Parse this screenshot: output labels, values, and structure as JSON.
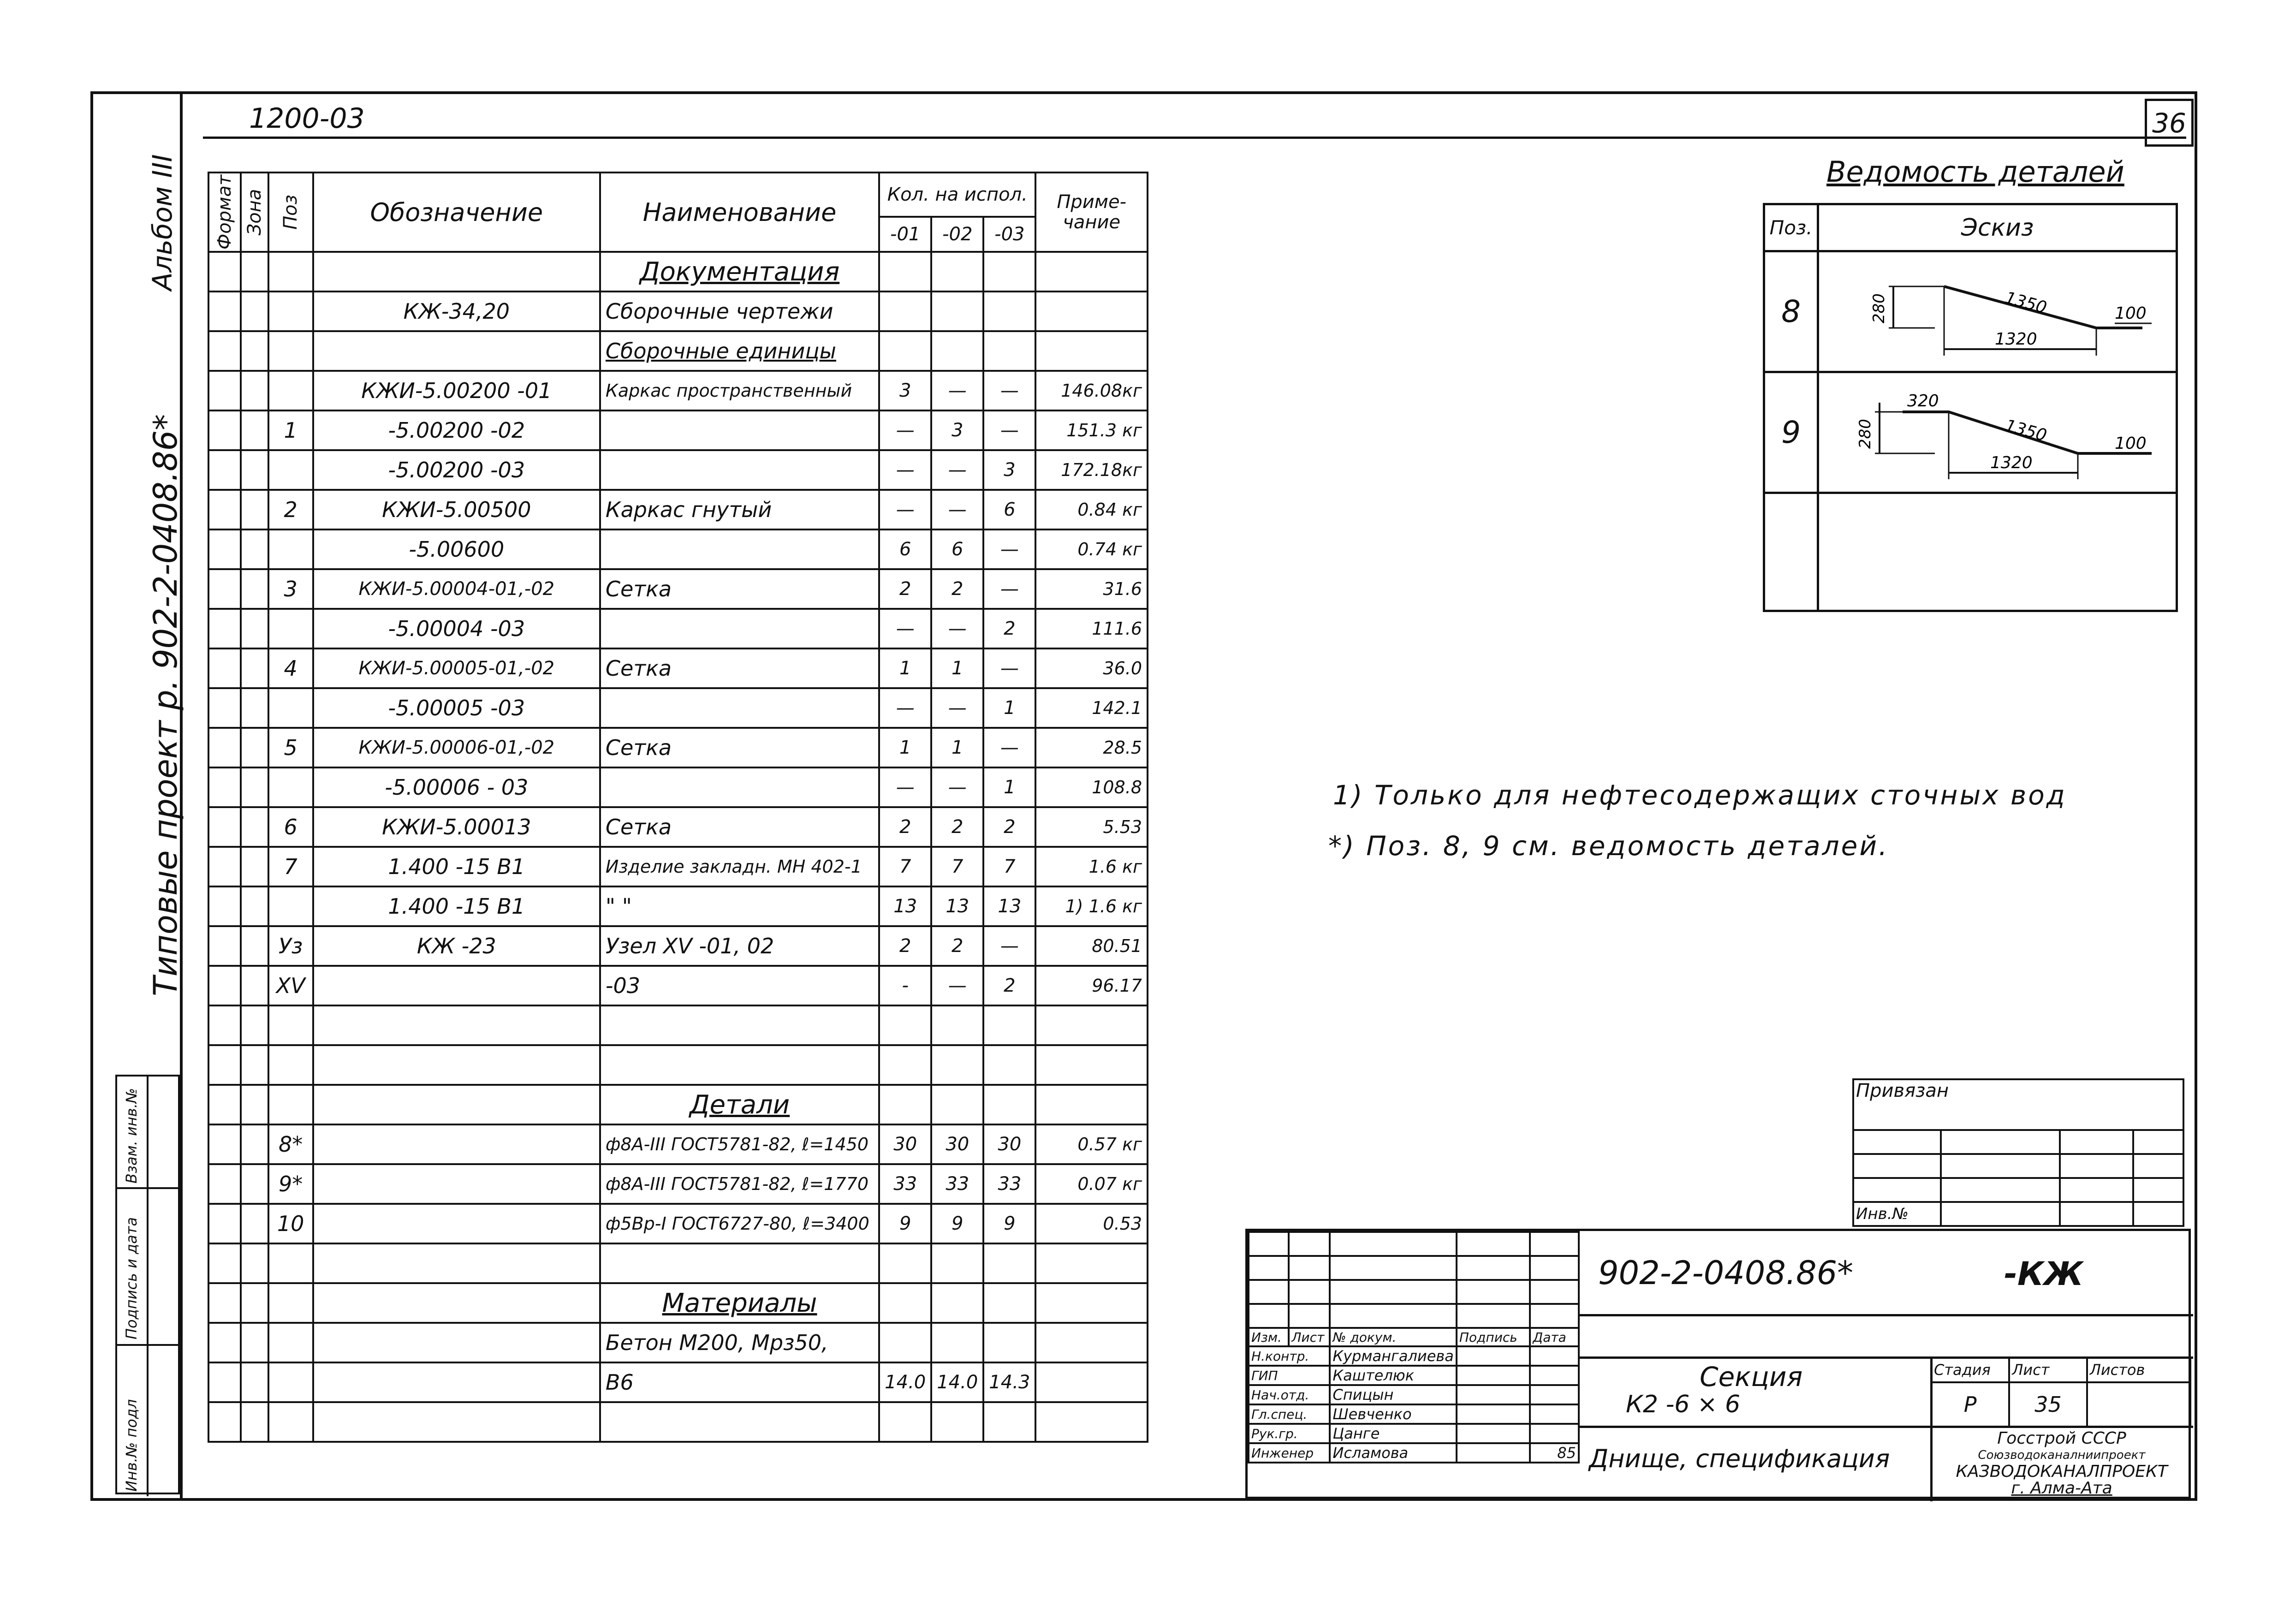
{
  "drawing": {
    "doc_code_top": "1200-03",
    "sheet_number": "36",
    "side_album": "Альбом III",
    "side_project": "Типовые проект р. 902-2-0408.86*",
    "side_stamp": [
      "Инв.№ подл",
      "Подпись и дата",
      "Взам. инв.№"
    ]
  },
  "spec_table": {
    "headers": {
      "format": "Формат",
      "zone": "Зона",
      "pos": "Поз",
      "designation": "Обозначение",
      "name": "Наименование",
      "qty_group": "Кол. на испол.",
      "qty_01": "-01",
      "qty_02": "-02",
      "qty_03": "-03",
      "note": "Приме-чание"
    },
    "rows": [
      {
        "pos": "",
        "designation": "",
        "name": "Документация",
        "q1": "",
        "q2": "",
        "q3": "",
        "note": "",
        "section": true
      },
      {
        "pos": "",
        "designation": "КЖ-34,20",
        "name": "Сборочные чертежи",
        "q1": "",
        "q2": "",
        "q3": "",
        "note": ""
      },
      {
        "pos": "",
        "designation": "",
        "name": "Сборочные единицы",
        "q1": "",
        "q2": "",
        "q3": "",
        "note": "",
        "underline": true
      },
      {
        "pos": "",
        "designation": "КЖИ-5.00200 -01",
        "name": "Каркас пространственный",
        "q1": "3",
        "q2": "—",
        "q3": "—",
        "note": "146.08кг"
      },
      {
        "pos": "1",
        "designation": "-5.00200 -02",
        "name": "",
        "q1": "—",
        "q2": "3",
        "q3": "—",
        "note": "151.3 кг"
      },
      {
        "pos": "",
        "designation": "-5.00200 -03",
        "name": "",
        "q1": "—",
        "q2": "—",
        "q3": "3",
        "note": "172.18кг"
      },
      {
        "pos": "2",
        "designation": "КЖИ-5.00500",
        "name": "Каркас гнутый",
        "q1": "—",
        "q2": "—",
        "q3": "6",
        "note": "0.84 кг"
      },
      {
        "pos": "",
        "designation": "-5.00600",
        "name": "",
        "q1": "6",
        "q2": "6",
        "q3": "—",
        "note": "0.74 кг"
      },
      {
        "pos": "3",
        "designation": "КЖИ-5.00004-01,-02",
        "name": "Сетка",
        "q1": "2",
        "q2": "2",
        "q3": "—",
        "note": "31.6"
      },
      {
        "pos": "",
        "designation": "-5.00004 -03",
        "name": "",
        "q1": "—",
        "q2": "—",
        "q3": "2",
        "note": "111.6"
      },
      {
        "pos": "4",
        "designation": "КЖИ-5.00005-01,-02",
        "name": "Сетка",
        "q1": "1",
        "q2": "1",
        "q3": "—",
        "note": "36.0"
      },
      {
        "pos": "",
        "designation": "-5.00005 -03",
        "name": "",
        "q1": "—",
        "q2": "—",
        "q3": "1",
        "note": "142.1"
      },
      {
        "pos": "5",
        "designation": "КЖИ-5.00006-01,-02",
        "name": "Сетка",
        "q1": "1",
        "q2": "1",
        "q3": "—",
        "note": "28.5"
      },
      {
        "pos": "",
        "designation": "-5.00006 - 03",
        "name": "",
        "q1": "—",
        "q2": "—",
        "q3": "1",
        "note": "108.8"
      },
      {
        "pos": "6",
        "designation": "КЖИ-5.00013",
        "name": "Сетка",
        "q1": "2",
        "q2": "2",
        "q3": "2",
        "note": "5.53"
      },
      {
        "pos": "7",
        "designation": "1.400 -15 В1",
        "name": "Изделие закладн. МН 402-1",
        "q1": "7",
        "q2": "7",
        "q3": "7",
        "note": "1.6 кг"
      },
      {
        "pos": "",
        "designation": "1.400 -15 В1",
        "name": "\"         \"",
        "q1": "13",
        "q2": "13",
        "q3": "13",
        "note": "1) 1.6 кг"
      },
      {
        "pos": "Уз",
        "designation": "КЖ -23",
        "name": "Узел XV   -01, 02",
        "q1": "2",
        "q2": "2",
        "q3": "—",
        "note": "80.51"
      },
      {
        "pos": "XV",
        "designation": "",
        "name": "-03",
        "q1": "-",
        "q2": "—",
        "q3": "2",
        "note": "96.17"
      },
      {
        "pos": "",
        "designation": "",
        "name": "",
        "q1": "",
        "q2": "",
        "q3": "",
        "note": ""
      },
      {
        "pos": "",
        "designation": "",
        "name": "",
        "q1": "",
        "q2": "",
        "q3": "",
        "note": ""
      },
      {
        "pos": "",
        "designation": "",
        "name": "Детали",
        "q1": "",
        "q2": "",
        "q3": "",
        "note": "",
        "section": true
      },
      {
        "pos": "8*",
        "designation": "",
        "name": "ф8А-III ГОСТ5781-82, ℓ=1450",
        "q1": "30",
        "q2": "30",
        "q3": "30",
        "note": "0.57 кг"
      },
      {
        "pos": "9*",
        "designation": "",
        "name": "ф8А-III ГОСТ5781-82, ℓ=1770",
        "q1": "33",
        "q2": "33",
        "q3": "33",
        "note": "0.07 кг"
      },
      {
        "pos": "10",
        "designation": "",
        "name": "ф5Вр-I ГОСТ6727-80, ℓ=3400",
        "q1": "9",
        "q2": "9",
        "q3": "9",
        "note": "0.53"
      },
      {
        "pos": "",
        "designation": "",
        "name": "",
        "q1": "",
        "q2": "",
        "q3": "",
        "note": ""
      },
      {
        "pos": "",
        "designation": "",
        "name": "Материалы",
        "q1": "",
        "q2": "",
        "q3": "",
        "note": "",
        "section": true
      },
      {
        "pos": "",
        "designation": "",
        "name": "Бетон М200, Мрз50,",
        "q1": "",
        "q2": "",
        "q3": "",
        "note": ""
      },
      {
        "pos": "",
        "designation": "",
        "name": "В6",
        "q1": "14.0",
        "q2": "14.0",
        "q3": "14.3",
        "note": ""
      },
      {
        "pos": "",
        "designation": "",
        "name": "",
        "q1": "",
        "q2": "",
        "q3": "",
        "note": ""
      }
    ]
  },
  "details": {
    "title": "Ведомость деталей",
    "col_pos": "Поз.",
    "col_sketch": "Эскиз",
    "items": [
      {
        "pos": "8",
        "dims": {
          "height": "280",
          "slope": "1350",
          "base": "1320",
          "end": "100"
        }
      },
      {
        "pos": "9",
        "dims": {
          "height": "280",
          "top": "320",
          "slope": "1350",
          "base": "1320",
          "end": "100"
        }
      }
    ]
  },
  "notes": [
    "1) Только для нефтесодержащих сточных вод",
    "*) Поз. 8, 9 см. ведомость деталей."
  ],
  "title_block": {
    "privyazan": "Привязан",
    "inv_no": "Инв.№",
    "code": "902-2-0408.86*",
    "suffix": "-КЖ",
    "headers": [
      "Изм.",
      "Лист",
      "№ докум.",
      "Подпись",
      "Дата"
    ],
    "people": [
      {
        "role": "Н.контр.",
        "name": "Курмангалиева"
      },
      {
        "role": "ГИП",
        "name": "Каштелюк"
      },
      {
        "role": "Нач.отд.",
        "name": "Спицын"
      },
      {
        "role": "Гл.спец.",
        "name": "Шевченко"
      },
      {
        "role": "Рук.гр.",
        "name": "Цанге"
      },
      {
        "role": "Инженер",
        "name": "Исламова",
        "date": "85"
      }
    ],
    "section_title": "Секция",
    "section_sub": "К2 -6 × 6",
    "sheet_title": "Днище, спецификация",
    "stage_label": "Стадия",
    "sheet_label": "Лист",
    "sheets_label": "Листов",
    "stage": "Р",
    "sheet": "35",
    "org": [
      "Госстрой СССР",
      "Союзводоканалниипроект",
      "КАЗВОДОКАНАЛПРОЕКТ",
      "г. Алма-Ата"
    ]
  }
}
